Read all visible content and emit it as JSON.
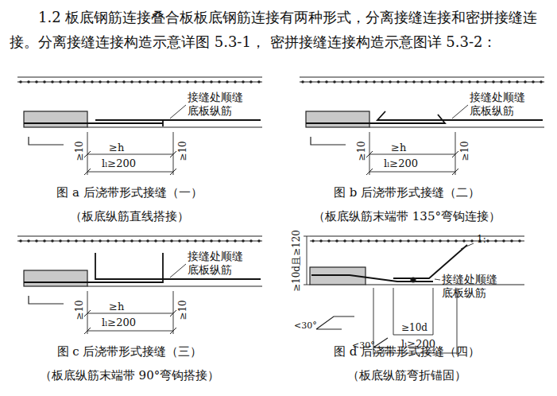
{
  "diagram": {
    "labels": [
      "1.2 板底钢筋连接叠合板板底钢筋连接有两种形式，分离接缝连接和密拼接缝连接。分离接缝连接构造示意详图 5.3-1， 密拼接缝连接构造示意图详 5.3-2：",
      "接缝处顺缝 底板纵筋",
      "≥10",
      "≥h",
      "≥10",
      "lₗ≥200",
      "图 a 后浇带形式接缝（一）",
      "（板底纵筋直线搭接）",
      "接缝处顺缝 底板纵筋",
      "≥10",
      "≥h",
      "≥10",
      "lₗ≥200",
      "图 b 后浇带形式接缝（二）",
      "（板底纵筋末端带 135°弯钩连接）",
      "接缝处顺缝 底板纵筋",
      "≥10",
      "≥h",
      "≥10",
      "lₗ≥200",
      "图 c 后浇带形式接缝（三）",
      "（板底纵筋末端带 90°弯钩搭接）",
      "≥10d且≥120",
      "1:",
      "接缝处顺缝 底板纵筋",
      "<30°",
      "≥10d",
      "<30°",
      "lₗ≥200",
      "图 d 后浇带形式接缝（四）",
      "（板底纵筋弯折锚固）"
    ]
  }
}
